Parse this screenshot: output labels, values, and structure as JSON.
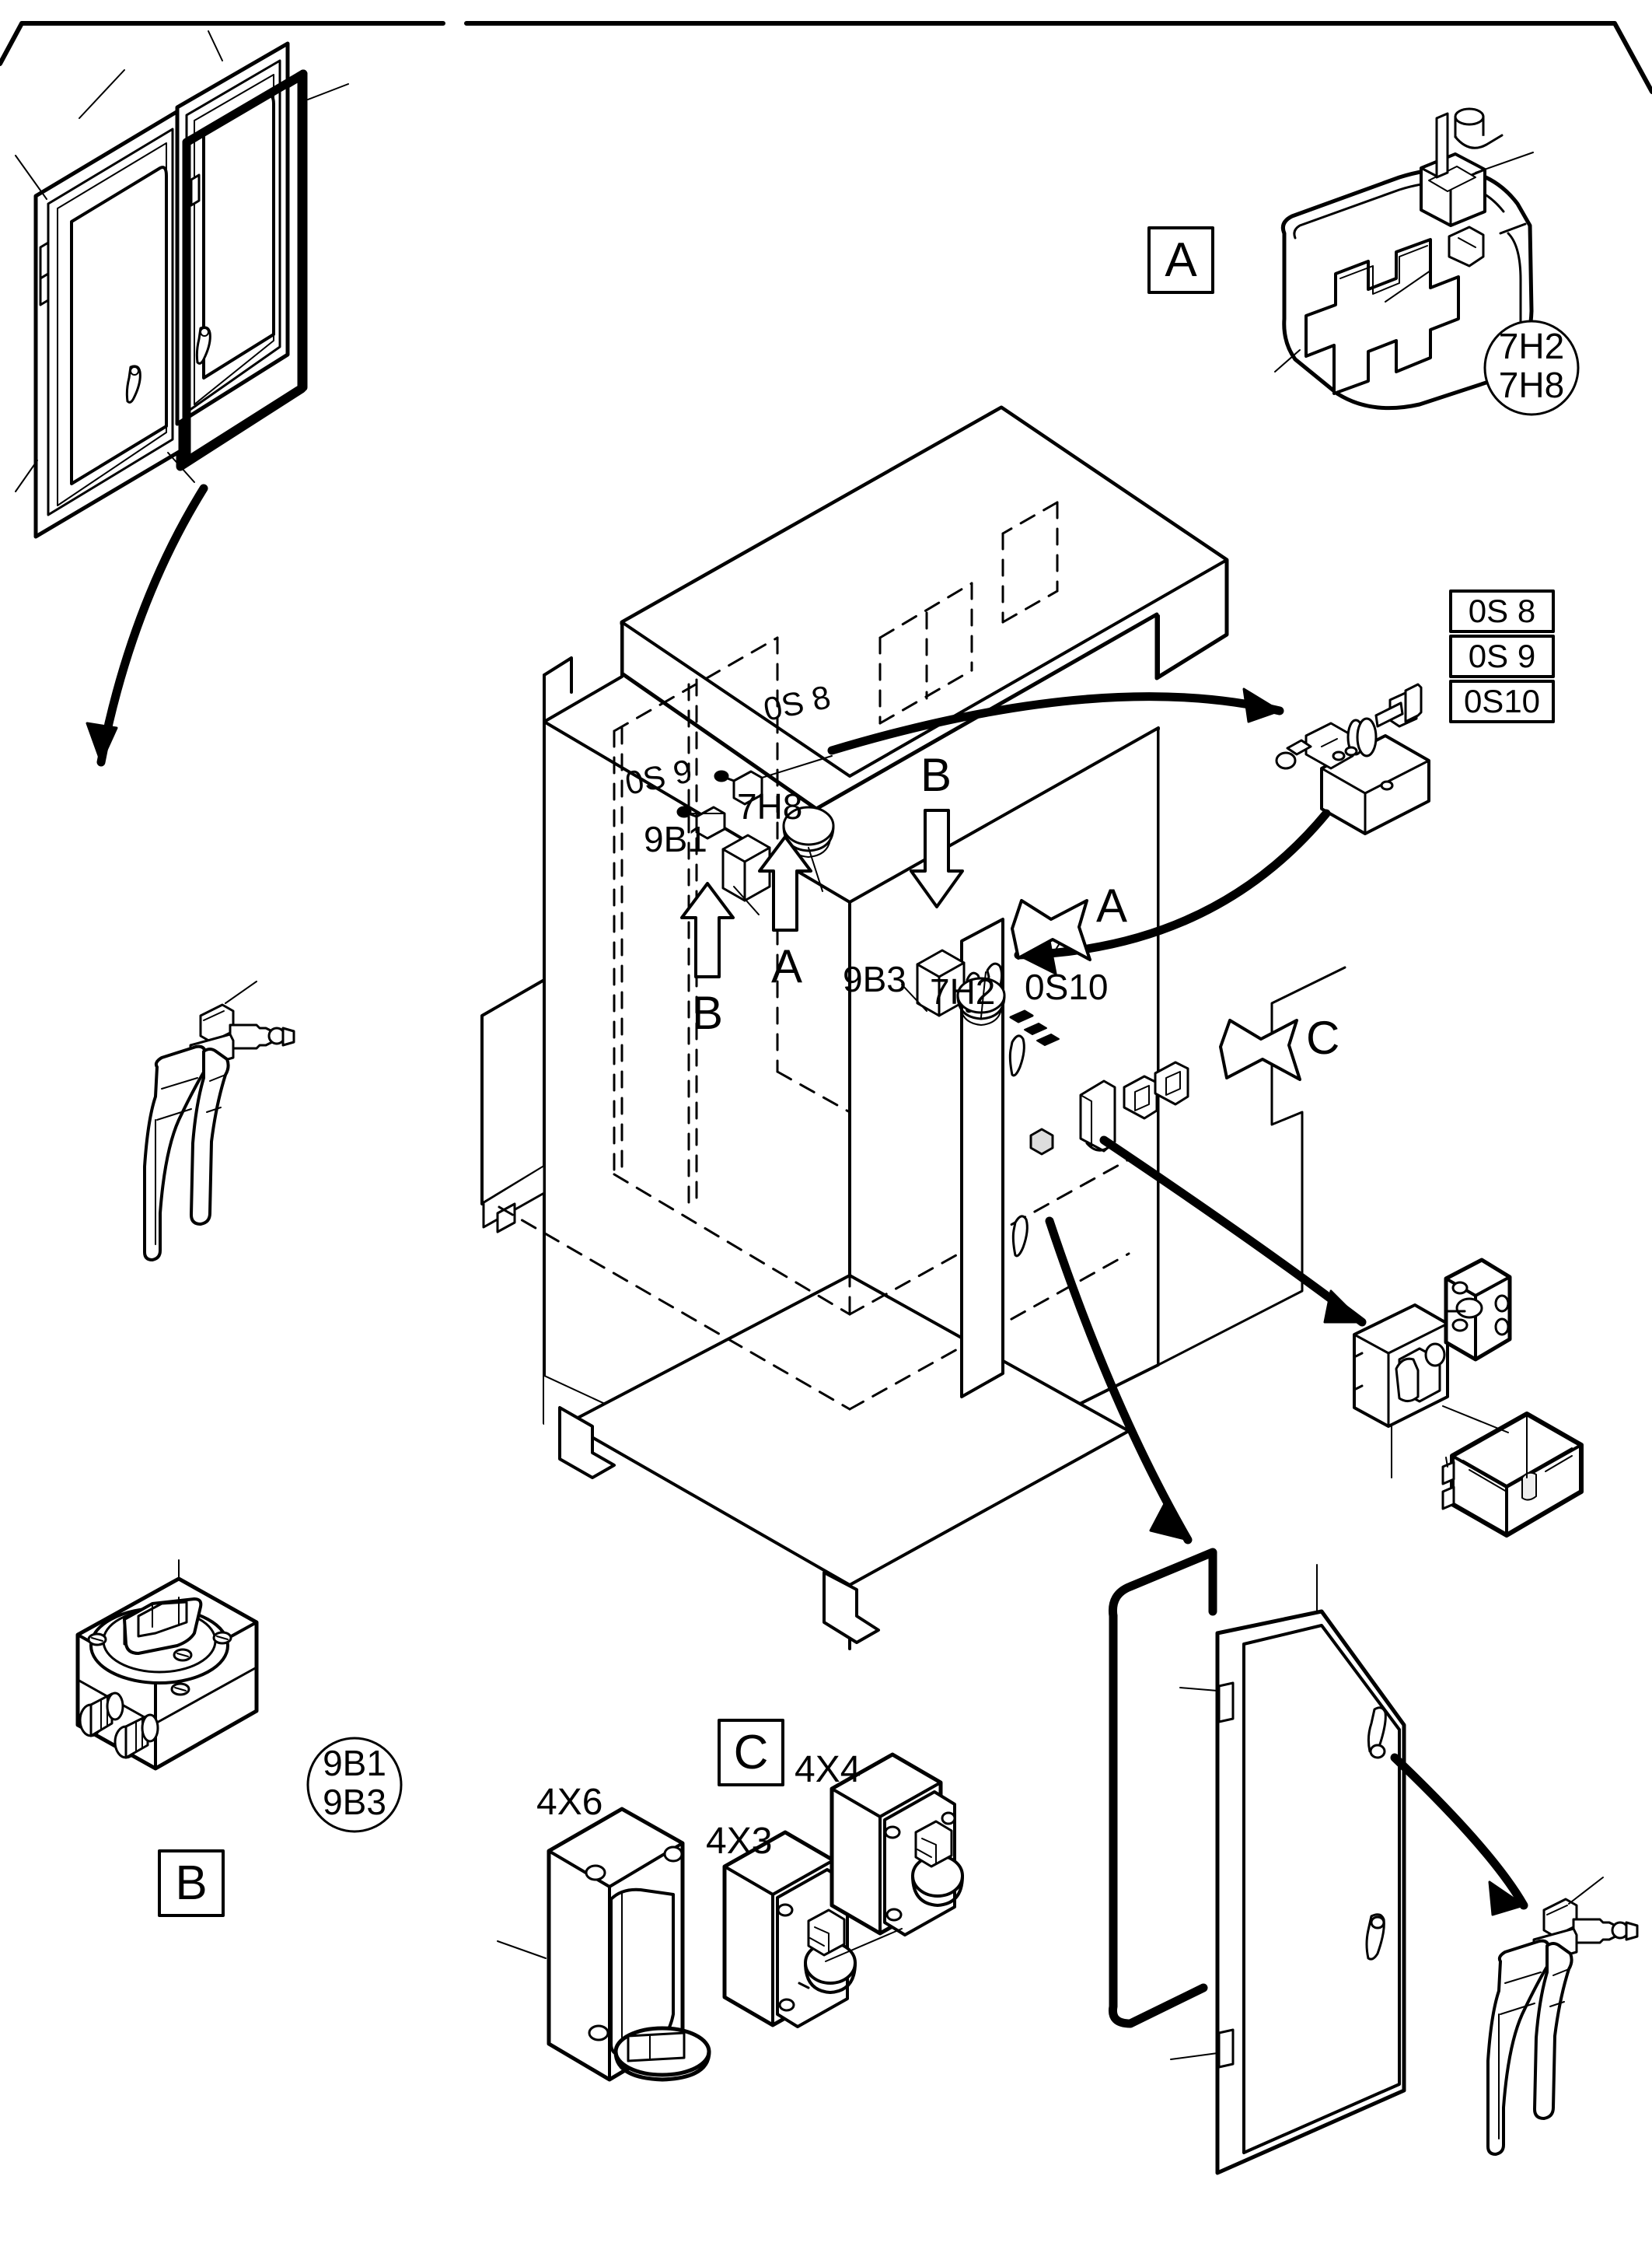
{
  "diagram": {
    "title": "Electrical cabinet exploded parts diagram",
    "detail_boxes": [
      {
        "id": "box-a-top",
        "label": "A"
      },
      {
        "id": "box-b-bottom",
        "label": "B"
      },
      {
        "id": "box-c-bottom",
        "label": "C"
      }
    ],
    "callout_boxes_right": [
      {
        "label": "0S 8"
      },
      {
        "label": "0S 9"
      },
      {
        "label": "0S10"
      }
    ],
    "circle_callouts": [
      {
        "id": "circle-7h",
        "lines": [
          "7H2",
          "7H8"
        ]
      },
      {
        "id": "circle-9b",
        "lines": [
          "9B1",
          "9B3"
        ]
      }
    ],
    "cabinet_labels": [
      {
        "id": "lbl-0s8",
        "text": "0S 8"
      },
      {
        "id": "lbl-0s9",
        "text": "0S 9"
      },
      {
        "id": "lbl-9b1",
        "text": "9B1"
      },
      {
        "id": "lbl-7h8",
        "text": "7H8"
      },
      {
        "id": "lbl-9b3",
        "text": "9B3"
      },
      {
        "id": "lbl-7h2",
        "text": "7H2"
      },
      {
        "id": "lbl-0s10",
        "text": "0S10"
      }
    ],
    "section_arrows": [
      {
        "id": "arrow-b-up",
        "label": "B",
        "direction": "up"
      },
      {
        "id": "arrow-a-up",
        "label": "A",
        "direction": "up"
      },
      {
        "id": "arrow-b-down",
        "label": "B",
        "direction": "down"
      },
      {
        "id": "arrow-a-left",
        "label": "A",
        "direction": "left"
      },
      {
        "id": "arrow-c-left",
        "label": "C",
        "direction": "left"
      }
    ],
    "socket_labels": [
      {
        "id": "lbl-4x6",
        "text": "4X6"
      },
      {
        "id": "lbl-4x3",
        "text": "4X3"
      },
      {
        "id": "lbl-4x4",
        "text": "4X4"
      }
    ],
    "colors": {
      "line": "#000000",
      "background": "#ffffff"
    }
  }
}
